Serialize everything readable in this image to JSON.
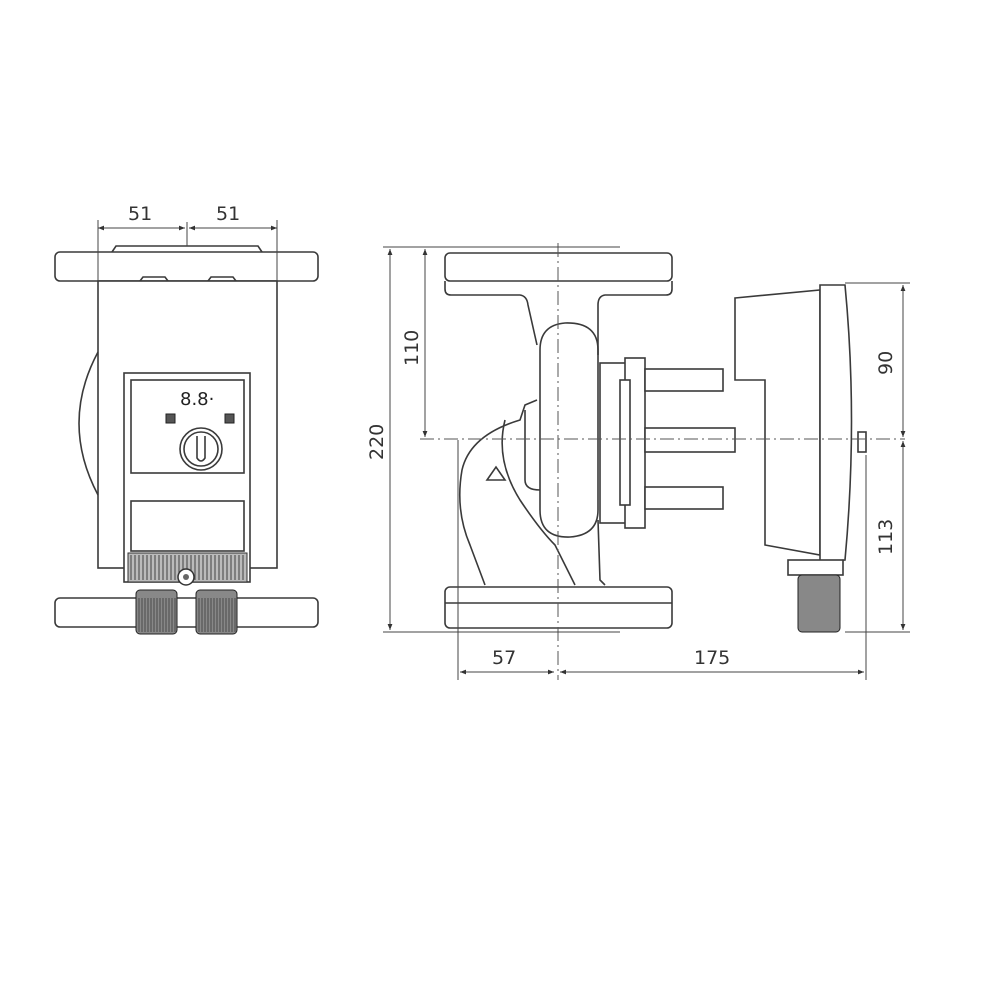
{
  "drawing": {
    "front_view": {
      "dim_left": "51",
      "dim_right": "51",
      "display_text": "8.8·"
    },
    "side_view": {
      "dim_total_height": "220",
      "dim_upper_height": "110",
      "dim_head_upper": "90",
      "dim_head_lower": "113",
      "dim_left_offset": "57",
      "dim_right_offset": "175"
    }
  },
  "colors": {
    "line": "#3a3a3a",
    "background": "#ffffff"
  }
}
